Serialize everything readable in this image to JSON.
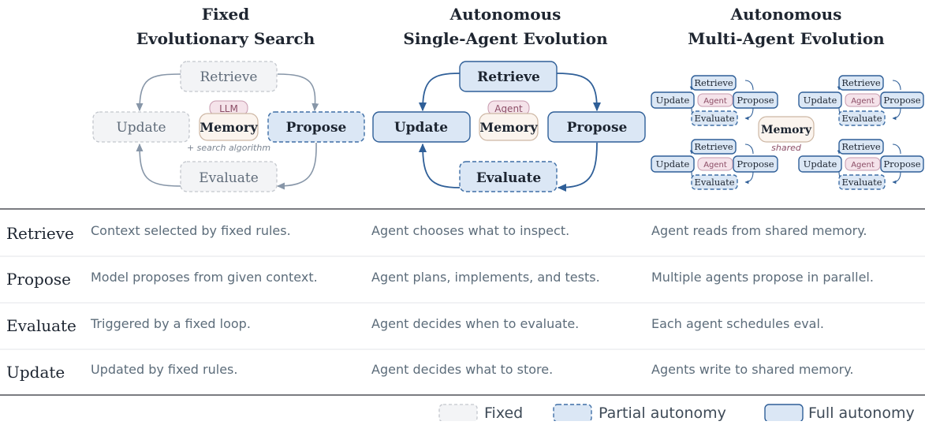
{
  "columns": [
    {
      "title_line1": "Fixed",
      "title_line2": "Evolutionary Search"
    },
    {
      "title_line1": "Autonomous",
      "title_line2": "Single-Agent Evolution"
    },
    {
      "title_line1": "Autonomous",
      "title_line2": "Multi-Agent Evolution"
    }
  ],
  "stages": {
    "retrieve": "Retrieve",
    "update": "Update",
    "propose": "Propose",
    "evaluate": "Evaluate"
  },
  "memory": "Memory",
  "llm_tag": "LLM",
  "agent_tag": "Agent",
  "search_note": "+ search algorithm",
  "shared_note": "shared",
  "table": {
    "rows": [
      {
        "head": "Retrieve",
        "cells": [
          "Context selected by fixed rules.",
          "Agent chooses what to inspect.",
          "Agent reads from shared memory."
        ]
      },
      {
        "head": "Propose",
        "cells": [
          "Model proposes from given context.",
          "Agent plans, implements, and tests.",
          "Multiple agents propose in parallel."
        ]
      },
      {
        "head": "Evaluate",
        "cells": [
          "Triggered by a fixed loop.",
          "Agent decides when to evaluate.",
          "Each agent schedules eval."
        ]
      },
      {
        "head": "Update",
        "cells": [
          "Updated by fixed rules.",
          "Agent decides what to store.",
          "Agents write to shared memory."
        ]
      }
    ]
  },
  "legend": {
    "fixed": "Fixed",
    "partial": "Partial autonomy",
    "full": "Full autonomy"
  },
  "colors": {
    "fixed_fill": "#f3f4f6",
    "autonomy_fill": "#dbe7f5",
    "autonomy_stroke": "#2f5f98",
    "tag_pink": "#8c4d66"
  }
}
